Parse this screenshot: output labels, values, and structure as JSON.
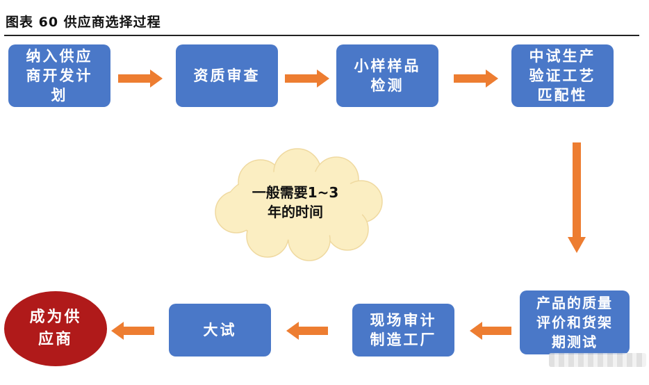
{
  "figure": {
    "title": "图表 60 供应商选择过程"
  },
  "steps": {
    "s1": "纳入供应\n商开发计\n划",
    "s2": "资质审查",
    "s3": "小样样品\n检测",
    "s4": "中试生产\n验证工艺\n匹配性",
    "s5": "产品的质量\n评价和货架\n期测试",
    "s6": "现场审计\n制造工厂",
    "s7": "大试",
    "s8": "成为供\n应商"
  },
  "note": {
    "text": "一般需要1~3\n年的时间"
  },
  "colors": {
    "box": "#4a78c8",
    "arrow": "#ed7d31",
    "final": "#b01a1a",
    "cloud": "#fbeec2"
  }
}
